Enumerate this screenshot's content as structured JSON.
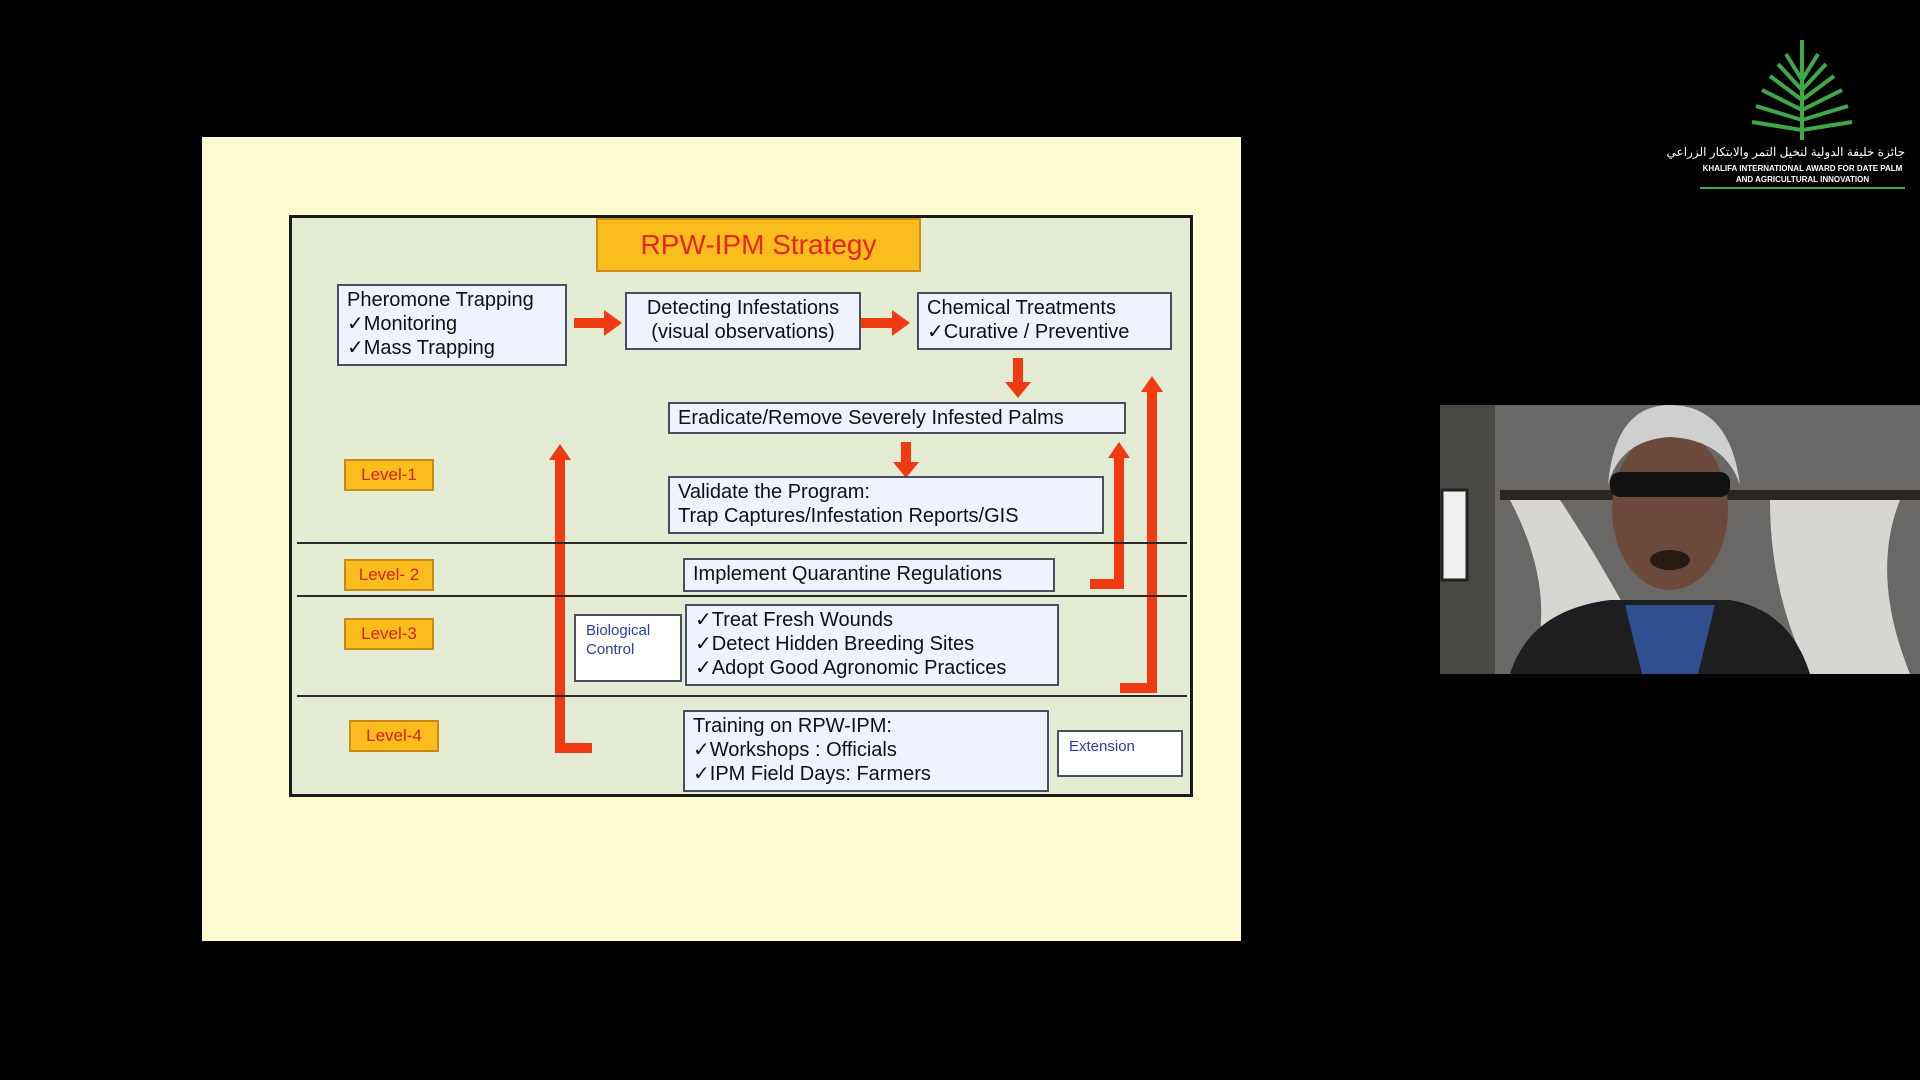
{
  "slide": {
    "title": "RPW-IPM Strategy",
    "boxes": {
      "pheromone": [
        "Pheromone Trapping",
        "✓Monitoring",
        "✓Mass Trapping"
      ],
      "detecting": [
        "Detecting Infestations",
        "(visual observations)"
      ],
      "chemical": [
        "Chemical Treatments",
        "✓Curative / Preventive"
      ],
      "eradicate": [
        "Eradicate/Remove Severely Infested Palms"
      ],
      "validate": [
        "Validate the Program:",
        "Trap Captures/Infestation Reports/GIS"
      ],
      "quarantine": [
        "Implement Quarantine Regulations"
      ],
      "biological": [
        "Biological",
        "Control"
      ],
      "treat": [
        "✓Treat Fresh Wounds",
        "✓Detect Hidden Breeding Sites",
        "✓Adopt Good Agronomic Practices"
      ],
      "training": [
        "Training on RPW-IPM:",
        "✓Workshops : Officials",
        "✓IPM Field Days: Farmers"
      ],
      "extension": [
        "Extension"
      ]
    },
    "levels": [
      "Level-1",
      "Level- 2",
      "Level-3",
      "Level-4"
    ],
    "arrow_color": "#f03a12",
    "background_color": "#fdfbd0",
    "diagram_color": "#e4ecd3",
    "label_color": "#fbbd1e"
  },
  "logo": {
    "icon": "date-palm-icon",
    "arabic": "جائزة خليفة الدولية لنخيل التمر والابتكار الزراعي",
    "line1": "KHALIFA INTERNATIONAL AWARD FOR DATE PALM",
    "line2": "AND AGRICULTURAL INNOVATION"
  },
  "webcam": {
    "icon": "presenter-video-icon"
  }
}
